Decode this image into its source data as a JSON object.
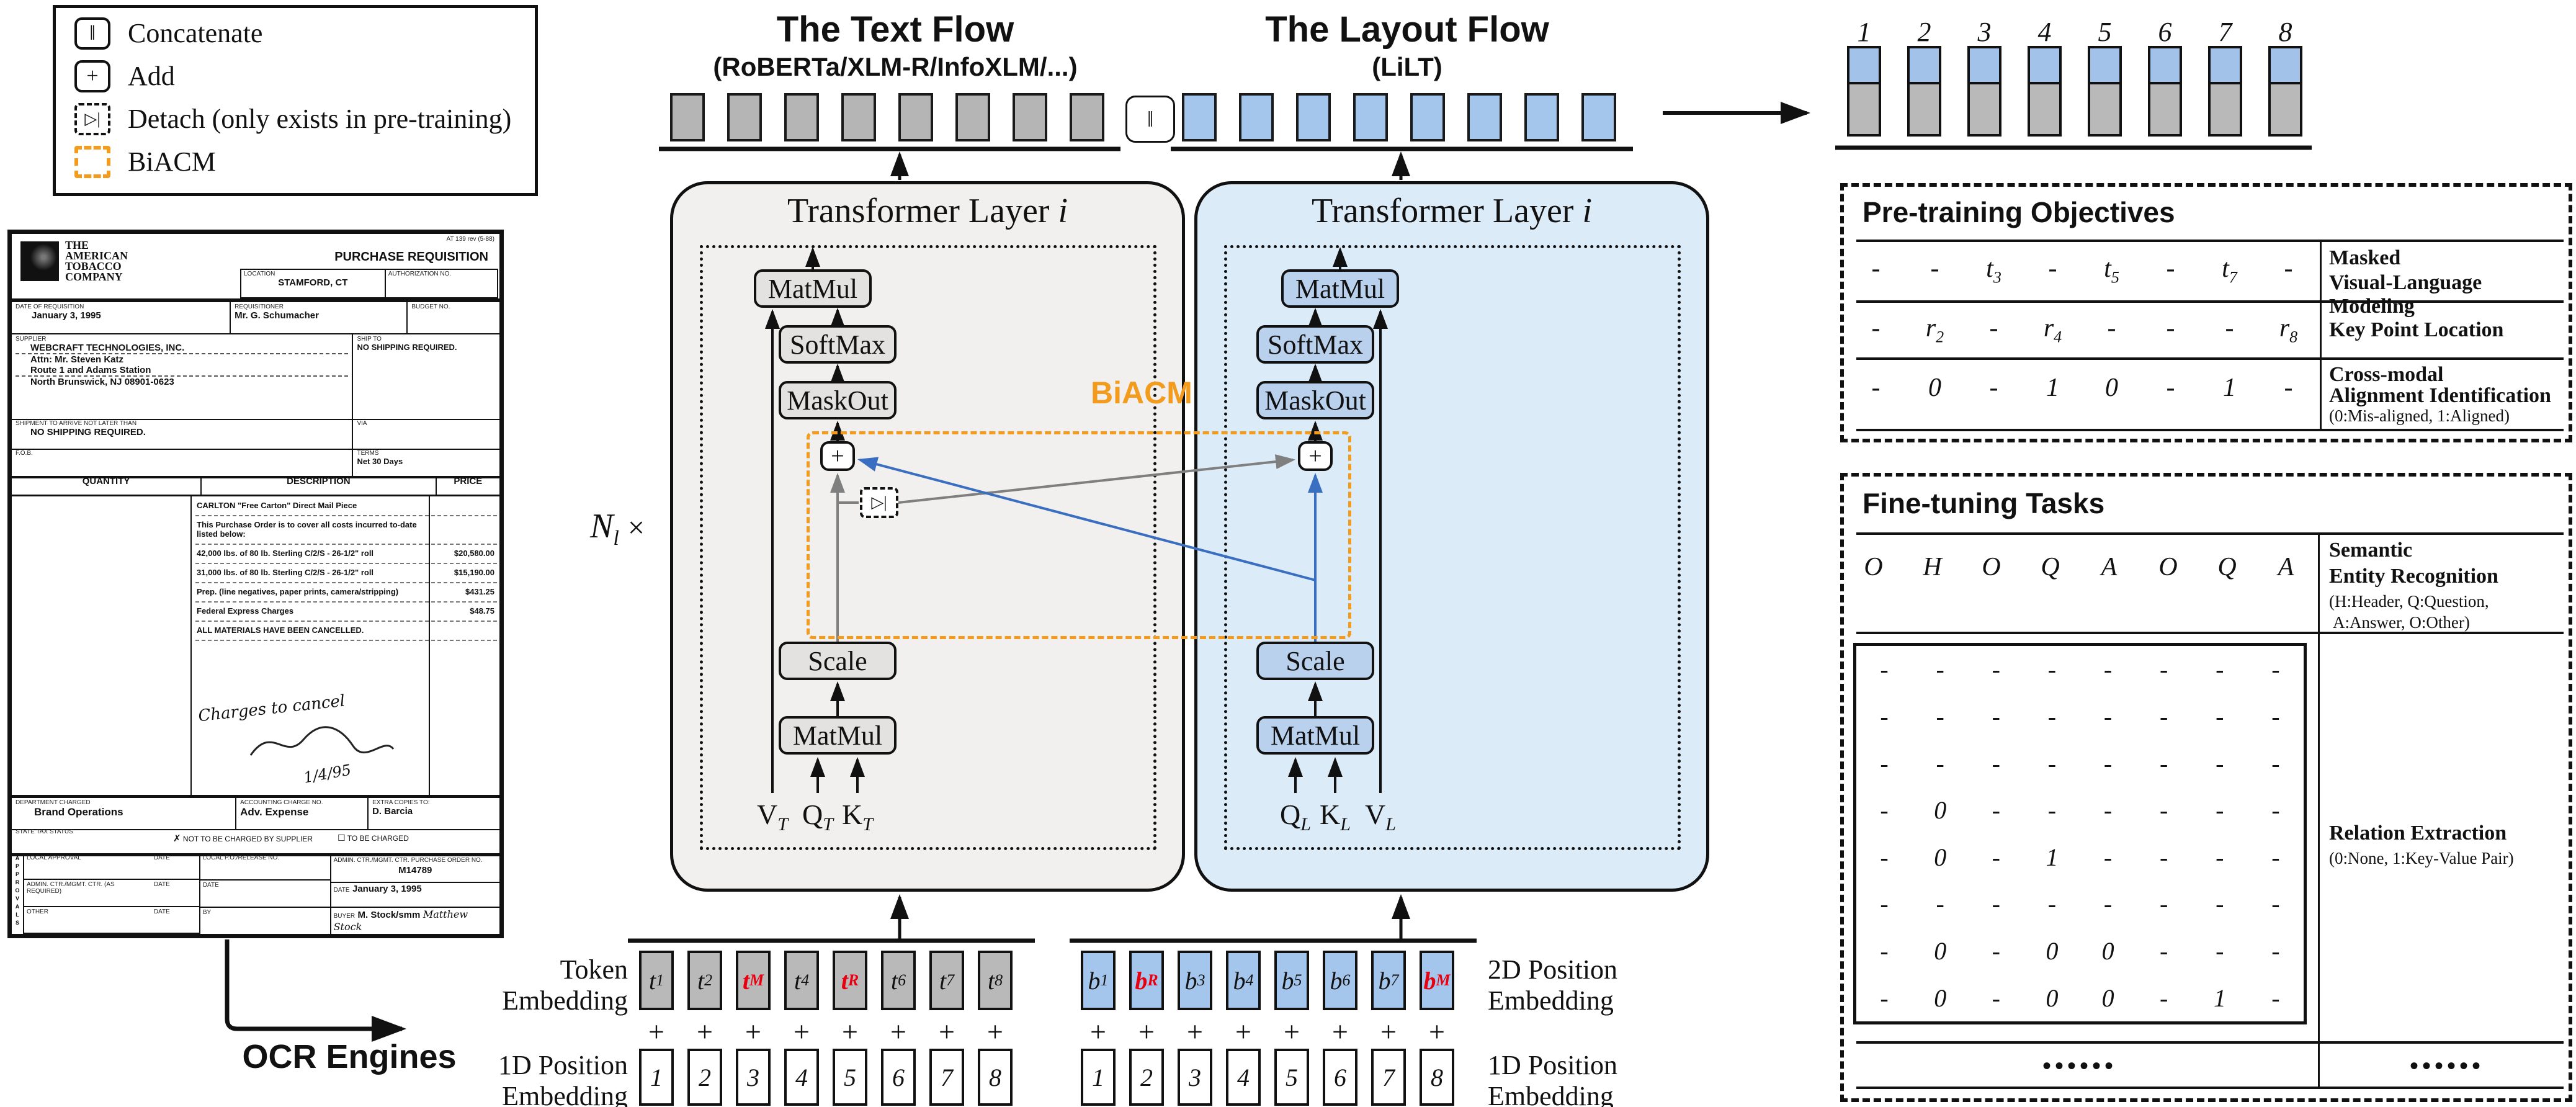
{
  "colors": {
    "accent_orange": "#F39B1D",
    "blue_line": "#3A6EC0",
    "gray_line": "#7F7F7F",
    "red_token": "#E80011",
    "gray_bar": "#B5B5B5",
    "blue_bar": "#A5C6EC",
    "text_flow_bg": "#F1F0EE",
    "layout_flow_bg": "#DCEBF8",
    "text_block_bg": "#E3E2E0",
    "layout_block_bg": "#B9D1ED"
  },
  "legend": {
    "items": [
      {
        "glyph": "‖",
        "style": "solid",
        "label": "Concatenate"
      },
      {
        "glyph": "+",
        "style": "solid",
        "label": "Add"
      },
      {
        "glyph": "▷|",
        "style": "dashed",
        "label": "Detach (only exists in pre-training)"
      },
      {
        "glyph": "",
        "style": "orange",
        "label": "BiACM"
      }
    ]
  },
  "flows": {
    "text": {
      "title": "The Text Flow",
      "subtitle": "(RoBERTa/XLM-R/InfoXLM/...)",
      "layer_prefix": "Transformer Layer ",
      "layer_var": "i",
      "blocks": {
        "matmul_top": "MatMul",
        "softmax": "SoftMax",
        "maskout": "MaskOut",
        "add": "+",
        "detach": "▷|",
        "scale": "Scale",
        "matmul_bottom": "MatMul"
      },
      "inputs": [
        {
          "b": "V",
          "s": "T"
        },
        {
          "b": "Q",
          "s": "T"
        },
        {
          "b": "K",
          "s": "T"
        }
      ]
    },
    "layout": {
      "title": "The Layout Flow",
      "subtitle": "(LiLT)",
      "layer_prefix": "Transformer Layer ",
      "layer_var": "i",
      "blocks": {
        "matmul_top": "MatMul",
        "softmax": "SoftMax",
        "maskout": "MaskOut",
        "add": "+",
        "scale": "Scale",
        "matmul_bottom": "MatMul"
      },
      "inputs": [
        {
          "b": "Q",
          "s": "L"
        },
        {
          "b": "K",
          "s": "L"
        },
        {
          "b": "V",
          "s": "L"
        }
      ]
    }
  },
  "multiplier": {
    "b": "N",
    "s": "l",
    "times": "×"
  },
  "biacm_label": "BiACM",
  "concat_glyph": "‖",
  "outputs": {
    "indices": [
      "1",
      "2",
      "3",
      "4",
      "5",
      "6",
      "7",
      "8"
    ]
  },
  "embeddings": {
    "token_label": [
      "Token",
      "Embedding"
    ],
    "pos1d_label": [
      "1D Position",
      "Embedding"
    ],
    "pos2d_label": [
      "2D Position",
      "Embedding"
    ],
    "pos1d_label_right": [
      "1D Position",
      "Embedding"
    ],
    "plus": "+",
    "token_cells": [
      {
        "b": "t",
        "s": "1",
        "c": ""
      },
      {
        "b": "t",
        "s": "2",
        "c": ""
      },
      {
        "b": "t",
        "s": "M",
        "c": "red"
      },
      {
        "b": "t",
        "s": "4",
        "c": ""
      },
      {
        "b": "t",
        "s": "R",
        "c": "red"
      },
      {
        "b": "t",
        "s": "6",
        "c": ""
      },
      {
        "b": "t",
        "s": "7",
        "c": ""
      },
      {
        "b": "t",
        "s": "8",
        "c": ""
      }
    ],
    "layout_cells": [
      {
        "b": "b",
        "s": "1",
        "c": ""
      },
      {
        "b": "b",
        "s": "R",
        "c": "red"
      },
      {
        "b": "b",
        "s": "3",
        "c": ""
      },
      {
        "b": "b",
        "s": "4",
        "c": ""
      },
      {
        "b": "b",
        "s": "5",
        "c": ""
      },
      {
        "b": "b",
        "s": "6",
        "c": ""
      },
      {
        "b": "b",
        "s": "7",
        "c": ""
      },
      {
        "b": "b",
        "s": "M",
        "c": "red"
      }
    ],
    "pos1d": [
      "1",
      "2",
      "3",
      "4",
      "5",
      "6",
      "7",
      "8"
    ]
  },
  "ocr_label": "OCR Engines",
  "pretraining": {
    "title": "Pre-training Objectives",
    "rows": [
      {
        "cells": [
          {
            "b": "-",
            "s": ""
          },
          {
            "b": "-",
            "s": ""
          },
          {
            "b": "t",
            "s": "3"
          },
          {
            "b": "-",
            "s": ""
          },
          {
            "b": "t",
            "s": "5"
          },
          {
            "b": "-",
            "s": ""
          },
          {
            "b": "t",
            "s": "7"
          },
          {
            "b": "-",
            "s": ""
          }
        ],
        "label_lines": [
          "Masked",
          "Visual-Language Modeling"
        ],
        "note": ""
      },
      {
        "cells": [
          {
            "b": "-",
            "s": ""
          },
          {
            "b": "r",
            "s": "2"
          },
          {
            "b": "-",
            "s": ""
          },
          {
            "b": "r",
            "s": "4"
          },
          {
            "b": "-",
            "s": ""
          },
          {
            "b": "-",
            "s": ""
          },
          {
            "b": "-",
            "s": ""
          },
          {
            "b": "r",
            "s": "8"
          }
        ],
        "label_lines": [
          "Key Point Location"
        ],
        "note": ""
      },
      {
        "cells": [
          {
            "b": "-",
            "s": ""
          },
          {
            "b": "0",
            "s": ""
          },
          {
            "b": "-",
            "s": ""
          },
          {
            "b": "1",
            "s": ""
          },
          {
            "b": "0",
            "s": ""
          },
          {
            "b": "-",
            "s": ""
          },
          {
            "b": "1",
            "s": ""
          },
          {
            "b": "-",
            "s": ""
          }
        ],
        "label_lines": [
          "Cross-modal",
          "Alignment Identification"
        ],
        "note": "(0:Mis-aligned, 1:Aligned)"
      }
    ]
  },
  "finetuning": {
    "title": "Fine-tuning Tasks",
    "ser_letters": [
      "O",
      "H",
      "O",
      "Q",
      "A",
      "O",
      "Q",
      "A"
    ],
    "ser_label_lines": [
      "Semantic",
      "Entity Recognition"
    ],
    "ser_note_lines": [
      "(H:Header, Q:Question,",
      "A:Answer, O:Other)"
    ],
    "re_rows": [
      [
        "-",
        "-",
        "-",
        "-",
        "-",
        "-",
        "-",
        "-"
      ],
      [
        "-",
        "-",
        "-",
        "-",
        "-",
        "-",
        "-",
        "-"
      ],
      [
        "-",
        "-",
        "-",
        "-",
        "-",
        "-",
        "-",
        "-"
      ],
      [
        "-",
        "0",
        "-",
        "-",
        "-",
        "-",
        "-",
        "-"
      ],
      [
        "-",
        "0",
        "-",
        "1",
        "-",
        "-",
        "-",
        "-"
      ],
      [
        "-",
        "-",
        "-",
        "-",
        "-",
        "-",
        "-",
        "-"
      ],
      [
        "-",
        "0",
        "-",
        "0",
        "0",
        "-",
        "-",
        "-"
      ],
      [
        "-",
        "0",
        "-",
        "0",
        "0",
        "-",
        "1",
        "-"
      ]
    ],
    "re_label_lines": [
      "Relation Extraction"
    ],
    "re_note": "(0:None, 1:Key-Value Pair)",
    "dots": "••••••"
  },
  "document": {
    "form_no": "AT 139 rev (5-88)",
    "logo_lines": [
      "THE",
      "AMERICAN",
      "TOBACCO",
      "COMPANY"
    ],
    "title": "PURCHASE REQUISITION",
    "location_label": "LOCATION",
    "location": "STAMFORD, CT",
    "auth_label": "AUTHORIZATION NO.",
    "date_label": "DATE OF REQUISITION",
    "date": "January 3, 1995",
    "req_label": "REQUISITIONER",
    "requisitioner": "Mr. G. Schumacher",
    "budget_label": "BUDGET NO.",
    "supplier_label": "SUPPLIER",
    "supplier_lines": [
      "WEBCRAFT TECHNOLOGIES, INC.",
      "Attn: Mr. Steven Katz",
      "Route 1 and Adams Station",
      "North Brunswick, NJ 08901-0623"
    ],
    "ship_label": "SHIP TO",
    "ship_value": "NO SHIPPING REQUIRED.",
    "arrive_label": "SHIPMENT TO ARRIVE NOT LATER THAN",
    "arrive_value": "NO SHIPPING REQUIRED.",
    "via_label": "VIA",
    "fob_label": "F.O.B.",
    "terms_label": "TERMS",
    "terms_value": "Net 30 Days",
    "qty_header": "QUANTITY",
    "desc_header": "DESCRIPTION",
    "price_header": "PRICE",
    "rows": [
      {
        "desc": "CARLTON \"Free Carton\" Direct Mail Piece",
        "price": ""
      },
      {
        "desc": "This Purchase Order is to cover all costs incurred to-date listed below:",
        "price": ""
      },
      {
        "desc": "42,000 lbs. of 80 lb. Sterling C/2/S - 26-1/2\" roll",
        "price": "$20,580.00"
      },
      {
        "desc": "31,000 lbs. of 80 lb. Sterling C/2/S - 26-1/2\" roll",
        "price": "$15,190.00"
      },
      {
        "desc": "Prep. (line negatives, paper prints, camera/stripping)",
        "price": "$431.25"
      },
      {
        "desc": "Federal Express Charges",
        "price": "$48.75"
      },
      {
        "desc": "ALL MATERIALS HAVE BEEN CANCELLED.",
        "price": ""
      }
    ],
    "handwriting": "Charges to cancel",
    "handwriting_date": "1/4/95",
    "dept_label": "DEPARTMENT CHARGED",
    "dept_value": "Brand Operations",
    "acct_label": "ACCOUNTING CHARGE NO.",
    "acct_value": "Adv. Expense",
    "copies_label": "EXTRA COPIES TO:",
    "copies_value": "D. Barcia",
    "tax_label": "STATE TAX STATUS",
    "not_charged": "NOT TO BE CHARGED BY SUPPLIER",
    "to_be_charged": "TO BE CHARGED",
    "approval_rows": [
      {
        "label": "LOCAL APPROVAL",
        "date": "DATE"
      },
      {
        "label": "ADMIN. CTR./MGMT. CTR. (AS REQUIRED)",
        "date": "DATE"
      },
      {
        "label": "OTHER",
        "date": "DATE"
      }
    ],
    "po_release_label": "LOCAL P.O./RELEASE NO.",
    "po_label": "ADMIN. CTR./MGMT. CTR.  PURCHASE ORDER NO.",
    "po_value": "M14789",
    "po_date_label": "DATE",
    "po_date": "January 3, 1995",
    "buyer_label": "BUYER",
    "buyer_value": "M. Stock/smm",
    "signature": "Matthew Stock"
  }
}
